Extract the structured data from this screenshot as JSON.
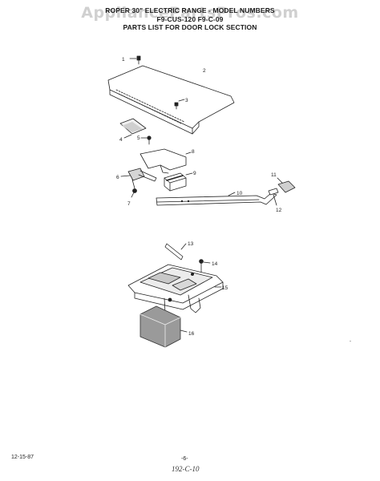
{
  "header": {
    "line1": "ROPER 30\" ELECTRIC RANGE - MODEL NUMBERS",
    "line2": "F9-CUS-120 F9-C-09",
    "line3": "PARTS LIST FOR DOOR LOCK SECTION"
  },
  "watermark": "AppliancePartsPros.com",
  "callouts": [
    "1",
    "2",
    "3",
    "4",
    "5",
    "6",
    "7",
    "8",
    "9",
    "10",
    "11",
    "12",
    "13",
    "14",
    "15",
    "16"
  ],
  "footer": {
    "date": "12-15-87",
    "page": "-6-",
    "code": "192-C-10"
  },
  "side_mark": "-"
}
